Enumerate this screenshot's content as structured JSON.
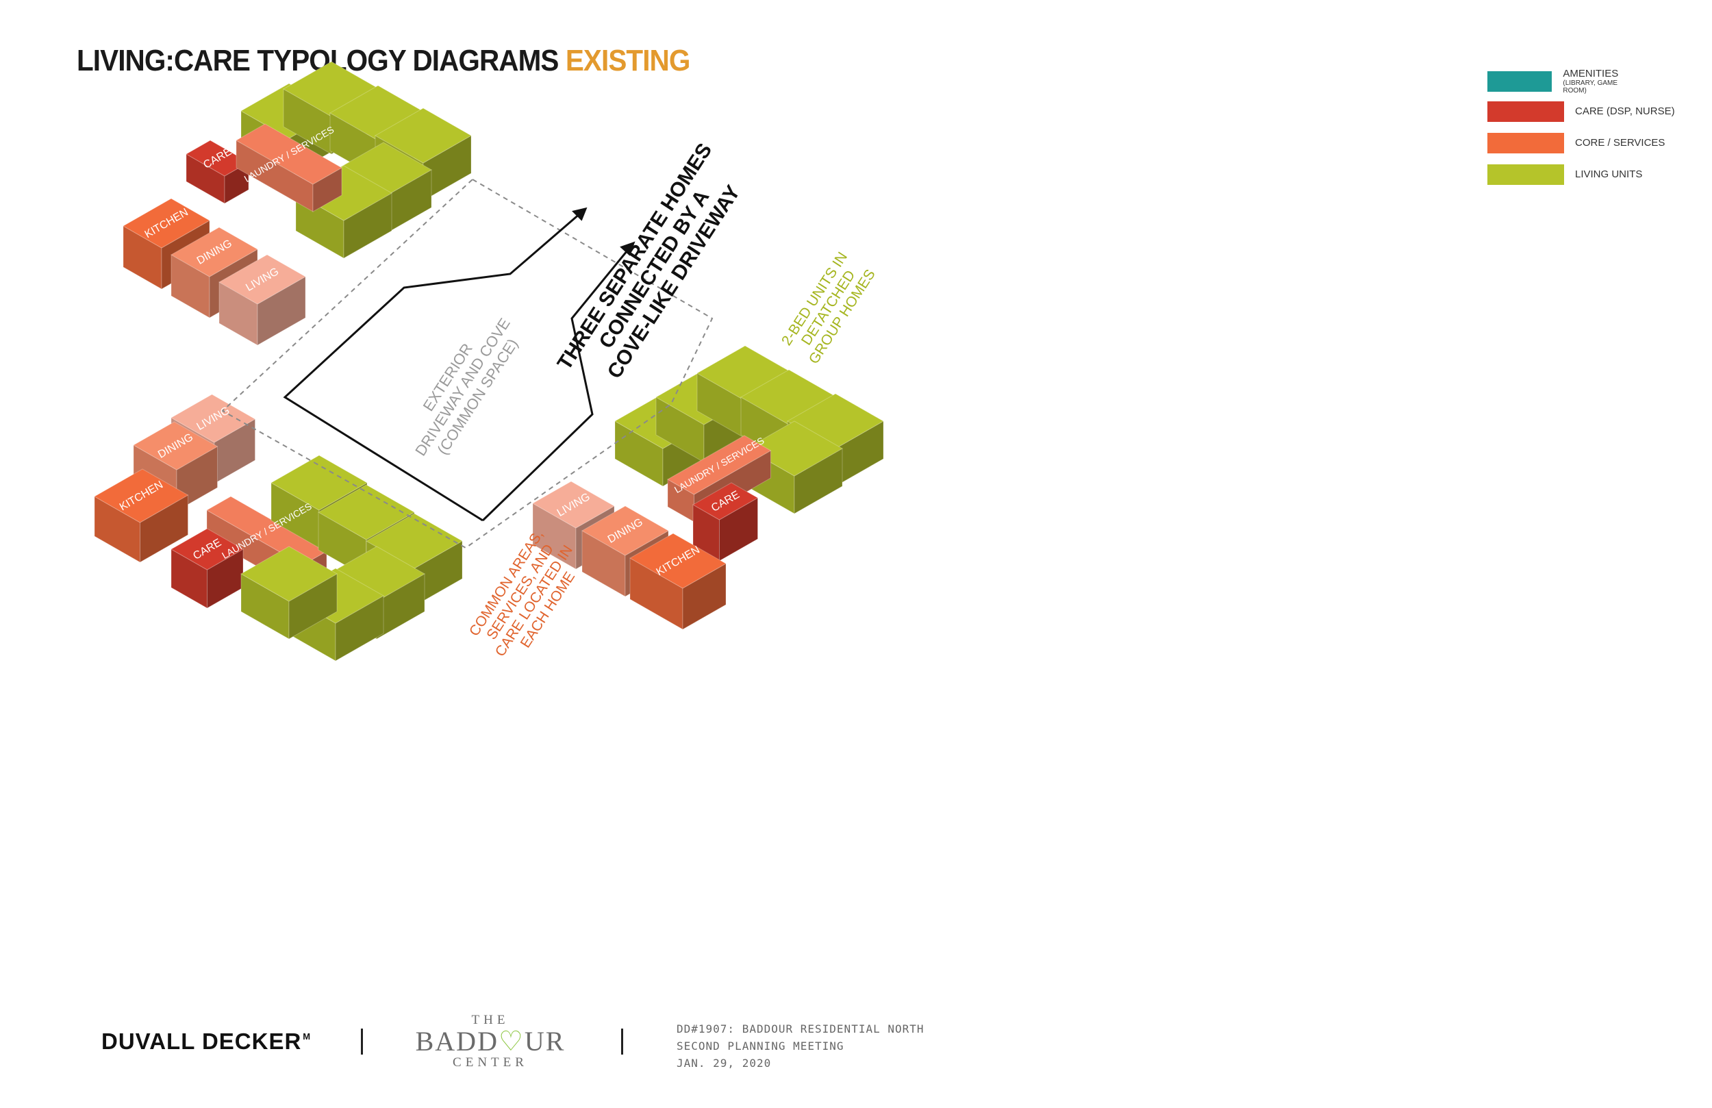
{
  "title": {
    "main": "LIVING:CARE TYPOLOGY DIAGRAMS",
    "accent": "EXISTING"
  },
  "legend": [
    {
      "label": "AMENITIES",
      "sublabel": "(LIBRARY, GAME ROOM)",
      "color": "#1e9a96"
    },
    {
      "label": "CARE (DSP, NURSE)",
      "sublabel": "",
      "color": "#d33a2c"
    },
    {
      "label": "CORE / SERVICES",
      "sublabel": "",
      "color": "#f26b3a"
    },
    {
      "label": "LIVING UNITS",
      "sublabel": "",
      "color": "#b5c42a"
    }
  ],
  "diagram": {
    "room_labels": {
      "kitchen": "KITCHEN",
      "dining": "DINING",
      "living": "LIVING",
      "care": "CARE",
      "laundry": "LAUNDRY / SERVICES"
    },
    "common_space": [
      "EXTERIOR",
      "DRIVEWAY AND COVE",
      "(COMMON SPACE)"
    ],
    "homes_note": [
      "THREE SEPARATE HOMES",
      "CONNECTED BY A",
      "COVE-LIKE DRIVEWAY"
    ],
    "units_note": [
      "2-BED UNITS IN",
      "DETATCHED",
      "GROUP HOMES"
    ],
    "common_note": [
      "COMMON AREAS,",
      "SERVICES, AND",
      "CARE LOCATED IN",
      "EACH HOME"
    ],
    "colors": {
      "kitchen": "#f26b3a",
      "dining": "#f58e6a",
      "living": "#f6ad98",
      "care": "#d33a2c",
      "laundry": "#f27e5c",
      "living_units": "#b5c42a",
      "units_note": "#a5b51f",
      "common_note": "#e0632d"
    }
  },
  "footer": {
    "firm": "DUVALL DECKER",
    "firm_mark": "M",
    "logo_the": "THE",
    "logo_name_a": "BADD",
    "logo_name_b": "UR",
    "logo_center": "CENTER",
    "project_lines": [
      "DD#1907: BADDOUR RESIDENTIAL NORTH",
      "SECOND PLANNING MEETING",
      "JAN. 29, 2020"
    ]
  }
}
